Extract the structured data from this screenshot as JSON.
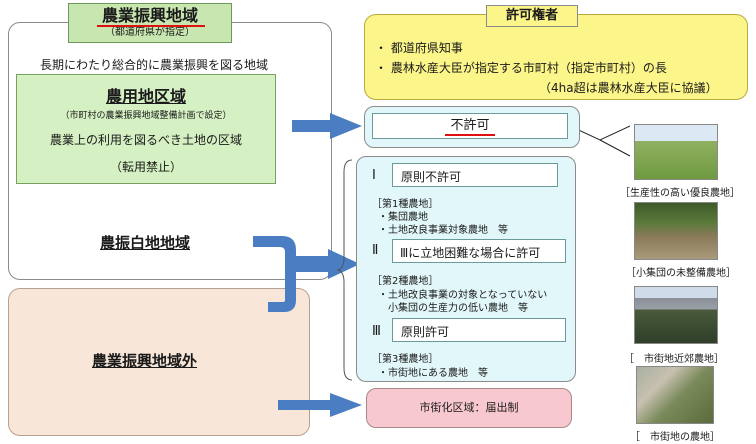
{
  "left": {
    "header": {
      "title": "農業振興地域",
      "sub": "（都道府県が指定）"
    },
    "region_desc": "長期にわたり総合的に農業振興を図る地域",
    "agri_zone": {
      "title": "農用地区域",
      "sub": "（市町村の農業振興地域整備計画で設定）",
      "desc": "農業上の利用を図るべき土地の区域",
      "note": "（転用禁止）"
    },
    "white_zone": "農振白地地域",
    "outside_zone": "農業振興地域外"
  },
  "right": {
    "authority": {
      "title": "許可権者",
      "items": [
        "・ 都道府県知事",
        "・ 農林水産大臣が指定する市町村（指定市町村）の長",
        "（4ha超は農林水産大臣に協議）"
      ]
    },
    "no_permission": "不許可",
    "roman_1": "Ⅰ",
    "roman_2": "Ⅱ",
    "roman_3": "Ⅲ",
    "cat1": {
      "label": "原則不許可",
      "head": "［第1種農地］",
      "lines": [
        "・集団農地",
        "・土地改良事業対象農地　等"
      ]
    },
    "cat2": {
      "label": "Ⅲに立地困難な場合に許可",
      "head": "［第2種農地］",
      "lines": [
        "・土地改良事業の対象となっていない",
        "　小集団の生産力の低い農地　等"
      ]
    },
    "cat3": {
      "label": "原則許可",
      "head": "［第3種農地］",
      "lines": [
        "・市街地にある農地　等"
      ]
    },
    "urban": "市街化区域：届出制"
  },
  "photos": [
    {
      "caption": "［生産性の高い優良農地］",
      "icon": "rice-paddy"
    },
    {
      "caption": "［小集団の未整備農地］",
      "icon": "hillside-field"
    },
    {
      "caption": "［　市街地近郊農地］",
      "icon": "suburban-field"
    },
    {
      "caption": "［　市街地の農地］",
      "icon": "urban-farmland"
    }
  ],
  "colors": {
    "header_bg": "#c8e6b0",
    "agri_bg": "#d5f0c3",
    "outside_bg": "#f8e6d8",
    "authority_bg": "#fbf58a",
    "right_bg": "#e2f7f9",
    "urban_bg": "#f8c8d0",
    "arrow": "#4a7dc1",
    "underline": "#e01010"
  }
}
